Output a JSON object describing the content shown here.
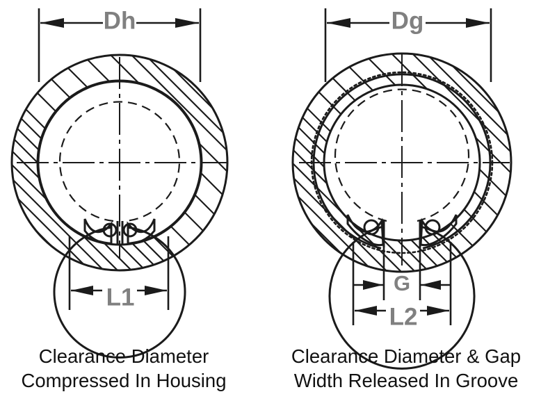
{
  "figure": {
    "title": "Retaining Ring Clearance Diagram",
    "background_color": "#ffffff",
    "line_color": "#1b1b1b",
    "dimension_label_color": "#808080",
    "caption_color": "#111111"
  },
  "panels": [
    {
      "id": "left",
      "name": "compressed-in-housing",
      "diameter_dimension": {
        "label": "Dh",
        "meaning": "Clearance diameter of ring compressed in housing"
      },
      "gap_dimensions": [
        {
          "label": "L1",
          "meaning": "Lug span width compressed"
        }
      ],
      "caption_line_1": "Clearance Diameter",
      "caption_line_2": "Compressed In Housing",
      "lug_hole_count": 2
    },
    {
      "id": "right",
      "name": "released-in-groove",
      "diameter_dimension": {
        "label": "Dg",
        "meaning": "Clearance diameter of ring released in groove"
      },
      "gap_dimensions": [
        {
          "label": "G",
          "meaning": "Gap width released in groove"
        },
        {
          "label": "L2",
          "meaning": "Lug span width released"
        }
      ],
      "caption_line_1": "Clearance Diameter & Gap",
      "caption_line_2": "Width Released In Groove",
      "lug_hole_count": 2
    }
  ]
}
